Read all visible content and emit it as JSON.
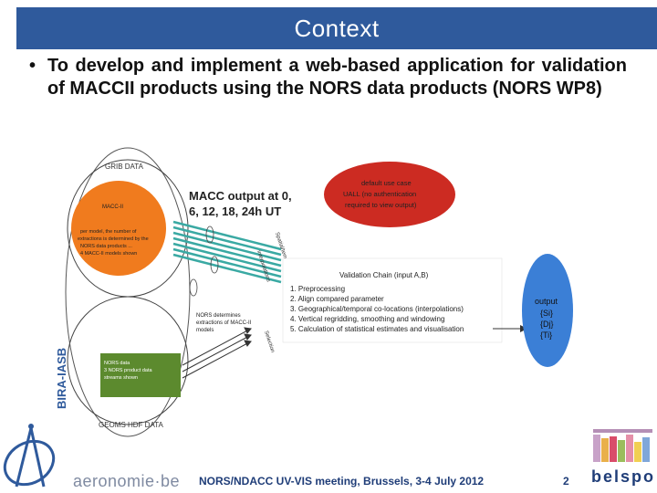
{
  "slide": {
    "title": "Context",
    "bullet_text": "To develop and implement a web-based application for validation of MACCII products using the NORS data products (NORS WP8)"
  },
  "diagram": {
    "grib_data": "GRIB DATA",
    "maccii": "MACC-II",
    "macc_note_1": "per model, the number of",
    "macc_note_2": "extractions is determined by the",
    "macc_note_3": "NORS data products ...",
    "macc_note_4": "4 MACC-II models shown",
    "macc_output_line1": "MACC output at 0,",
    "macc_output_line2": "6, 12, 18, 24h UT",
    "default_use_case_1": "default use case",
    "default_use_case_2": "UALL (no authentication",
    "default_use_case_3": "required to view output)",
    "chain_title": "Validation Chain (input A,B)",
    "chain_steps": [
      "1. Preprocessing",
      "2. Align compared parameter",
      "3. Geographical/temporal co-locations (interpolations)",
      "4. Vertical regridding, smoothing and windowing",
      "5. Calculation of statistical estimates and visualisation"
    ],
    "output_title": "output",
    "output_items": [
      "{Si}",
      "{Dj}",
      "{Ti}"
    ],
    "nors_determines_1": "NORS determines",
    "nors_determines_2": "extractions of MACC-II",
    "nors_determines_3": "models",
    "nors_data_1": "NORS data",
    "nors_data_2": "3 NORS product data",
    "nors_data_3": "streams shown",
    "geoms_hdf": "GEOMS HDF DATA",
    "rot_label_1": "Spatial/temporal",
    "rot_label_2": "interpolations",
    "rot_label_3": "Selection"
  },
  "footer": {
    "logo_text": "aeronomie·be",
    "bira_text": "BIRA-IASB",
    "meeting": "NORS/NDACC UV-VIS meeting, Brussels, 3-4 July 2012",
    "page_number": "2",
    "belspo": "belspo"
  },
  "colors": {
    "title_bar": "#2f5a9c",
    "red_ellipse": "#cc2b22",
    "macc_orange": "#f07b1e",
    "output_blue": "#3b7fd6",
    "arrow_teal": "#3aa9a3",
    "nors_green": "#5c8a2e"
  }
}
